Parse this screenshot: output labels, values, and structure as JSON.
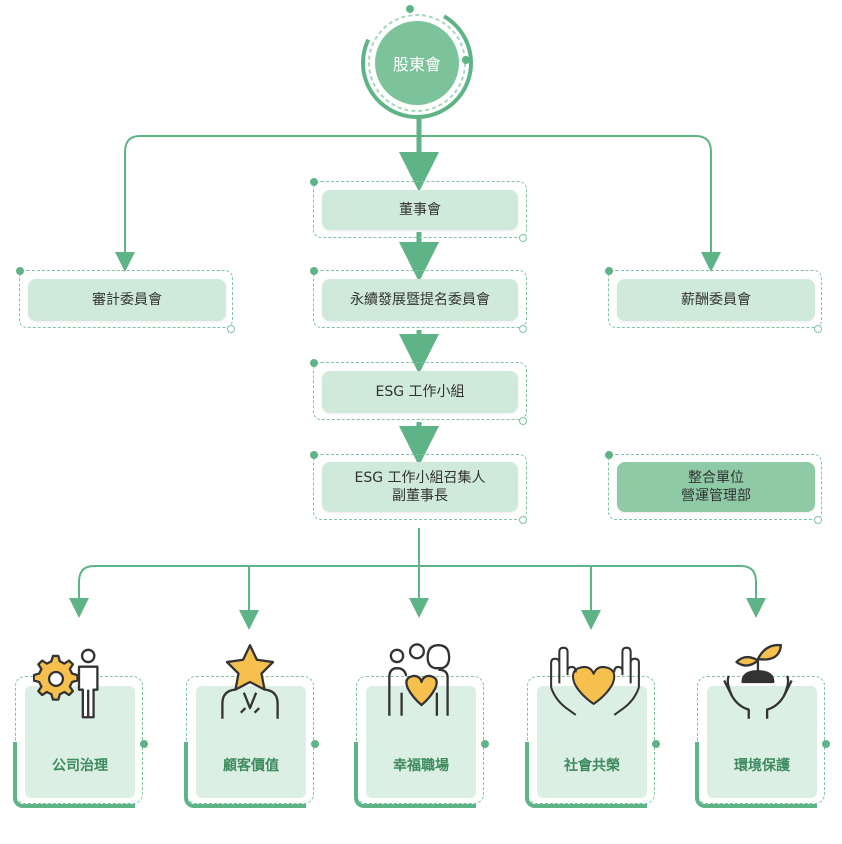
{
  "root": {
    "label": "股東會"
  },
  "nodes": {
    "board": "董事會",
    "audit": "審計委員會",
    "sustain": "永續發展暨提名委員會",
    "comp": "薪酬委員會",
    "esg_group": "ESG 工作小組",
    "esg_convener_line1": "ESG 工作小組召集人",
    "esg_convener_line2": "副董事長",
    "integration_line1": "整合單位",
    "integration_line2": "營運管理部"
  },
  "pillars": [
    {
      "label": "公司治理",
      "icon": "gear-person-icon"
    },
    {
      "label": "顧客價值",
      "icon": "star-person-icon"
    },
    {
      "label": "幸福職場",
      "icon": "family-heart-icon"
    },
    {
      "label": "社會共榮",
      "icon": "hands-heart-icon"
    },
    {
      "label": "環境保護",
      "icon": "hands-plant-icon"
    }
  ],
  "colors": {
    "primary": "#5fb487",
    "light": "#cfe9da",
    "dark": "#8fcaa6",
    "accent": "#f5c04d",
    "text_green": "#3d8a5f"
  }
}
